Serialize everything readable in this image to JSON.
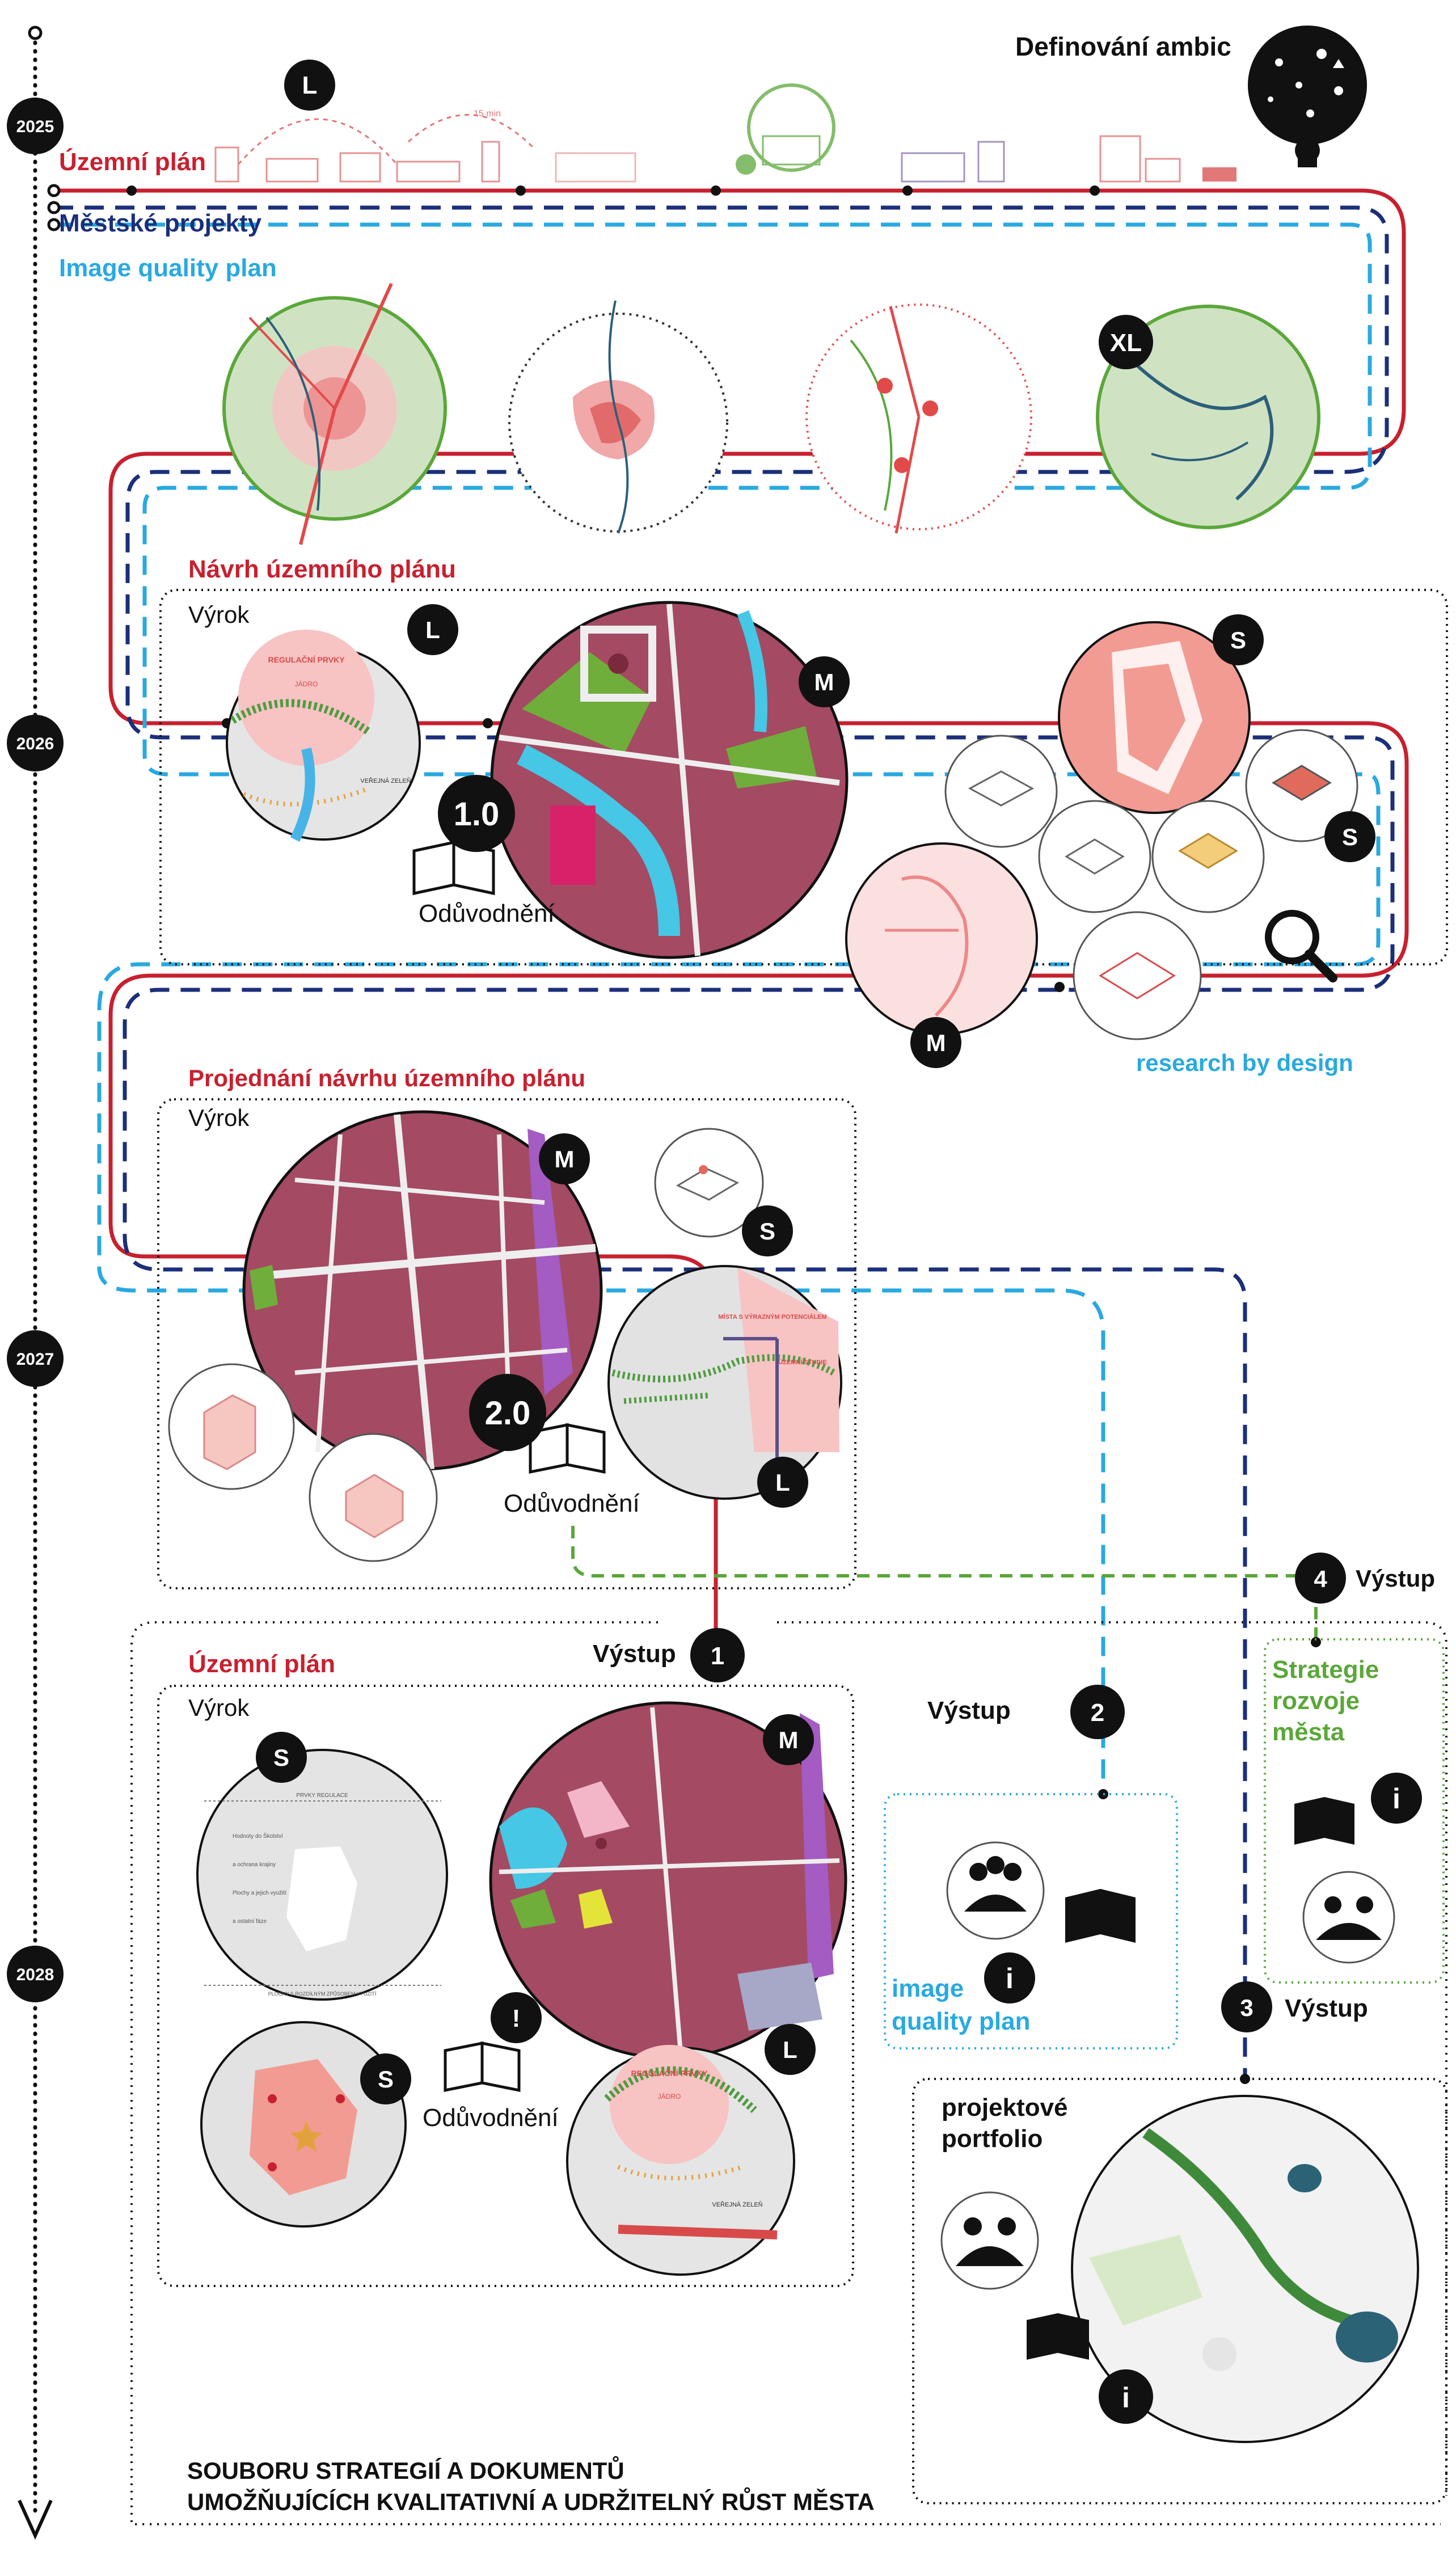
{
  "timeline": {
    "years": [
      "2025",
      "2026",
      "2027",
      "2028"
    ]
  },
  "header": {
    "title": "Definování ambic",
    "badge_top": "L",
    "illustration_caption": "15 min"
  },
  "tracks": {
    "uzemni_plan": "Územní plán",
    "mestske_projekty": "Městské projekty",
    "image_quality_plan": "Image quality plan",
    "colors": {
      "red": "#c8202f",
      "navy": "#1b2f7a",
      "cyan": "#29a9e0",
      "green": "#5ba73a"
    }
  },
  "row1": {
    "badge_xl": "XL"
  },
  "section_navrh": {
    "title": "Návrh územního plánu",
    "vyrok": "Výrok",
    "badge_l": "L",
    "badge_m": "M",
    "badge_s1": "S",
    "badge_s2": "S",
    "badge_m2": "M",
    "version": "1.0",
    "oduvodneni": "Odůvodnění",
    "map_label_1": "REGULAČNÍ PRVKY",
    "map_label_2": "JÁDRO",
    "map_label_3": "VEŘEJNÁ ZELEŇ",
    "research": "research by design"
  },
  "section_projednani": {
    "title": "Projednání návrhu územního plánu",
    "vyrok": "Výrok",
    "badge_m": "M",
    "badge_s": "S",
    "badge_l": "L",
    "version": "2.0",
    "oduvodneni": "Odůvodnění",
    "map_label_1": "MÍSTA S VÝRAZNÝM POTENCIÁLEM",
    "map_label_2": "ÚZEMNÍ STUDIE"
  },
  "outputs": {
    "vystup_label": "Výstup",
    "n1": "1",
    "n2": "2",
    "n3": "3",
    "n4": "4"
  },
  "final_uzemni": {
    "title": "Územní plán",
    "vyrok": "Výrok",
    "badge_s1": "S",
    "badge_m": "M",
    "badge_s2": "S",
    "badge_l": "L",
    "exclaim": "!",
    "oduvodneni": "Odůvodnění",
    "doc_header": "PRVKY REGULACE",
    "doc_lines": [
      "Hodnoty do Školství",
      "a ochrana krajiny",
      "Plochy a jejich využití",
      "a ostatní fáze"
    ],
    "doc_footer": "PLOCHY S ROZDÍLNÝM ZPŮSOBEM VYUŽITÍ"
  },
  "image_quality_box": {
    "line1": "image",
    "line2": "quality plan",
    "info": "i"
  },
  "strategie_box": {
    "line1": "Strategie",
    "line2": "rozvoje",
    "line3": "města",
    "info": "i"
  },
  "portfolio_box": {
    "line1": "projektové",
    "line2": "portfolio",
    "info": "i"
  },
  "footer": {
    "line1": "SOUBORU STRATEGIÍ A DOKUMENTŮ",
    "line2": "UMOŽŇUJÍCÍCH KVALITATIVNÍ A UDRŽITELNÝ RŮST MĚSTA"
  }
}
